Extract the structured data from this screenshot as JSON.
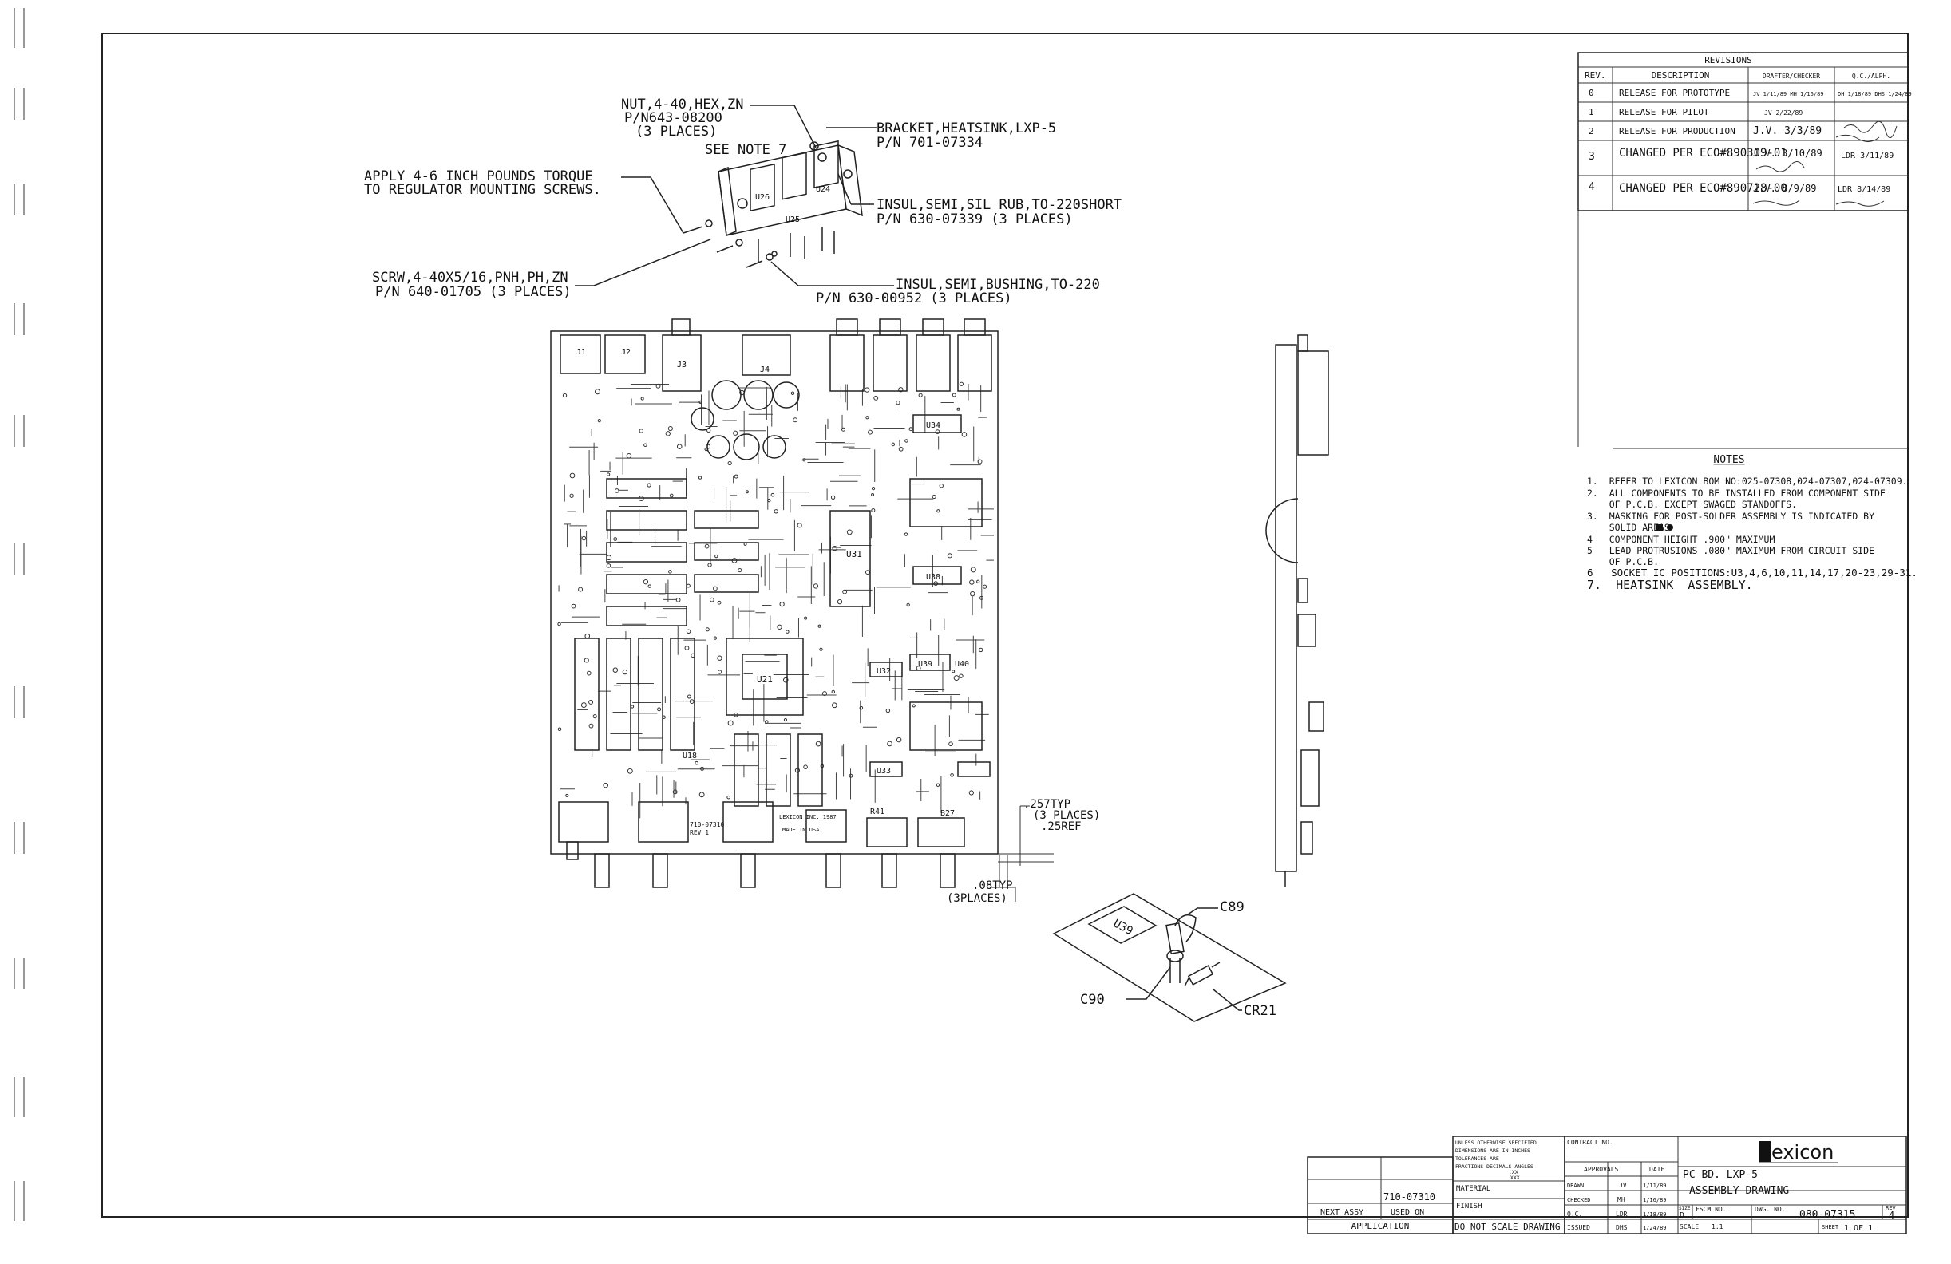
{
  "revisions": {
    "title": "REVISIONS",
    "headers": [
      "REV.",
      "DESCRIPTION",
      "DRAFTER/CHECKER",
      "Q.C./ALPH."
    ],
    "rows": [
      {
        "rev": "0",
        "desc": "RELEASE FOR PROTOTYPE",
        "drafter": "JV 1/11/89 MH 1/16/89",
        "qc": "DH 1/18/89 DHS 1/24/89"
      },
      {
        "rev": "1",
        "desc": "RELEASE FOR PILOT",
        "drafter": "JV 2/22/89",
        "qc": ""
      },
      {
        "rev": "2",
        "desc": "RELEASE FOR PRODUCTION",
        "drafter": "J.V. 3/3/89",
        "qc": ""
      },
      {
        "rev": "3",
        "desc": "CHANGED PER ECO#890309-01",
        "drafter": "J.V. 3/10/89",
        "qc": "LDR 3/11/89"
      },
      {
        "rev": "4",
        "desc": "CHANGED PER ECO#890728-00",
        "drafter": "J.V. 8/9/89",
        "qc": "LDR 8/14/89"
      }
    ]
  },
  "notes": {
    "title": "NOTES",
    "items": [
      "1.  REFER TO LEXICON BOM NO:025-07308,024-07307,024-07309.",
      "2.  ALL COMPONENTS TO BE INSTALLED FROM COMPONENT SIDE",
      "    OF P.C.B. EXCEPT SWAGED STANDOFFS.",
      "3.  MASKING FOR POST-SOLDER ASSEMBLY IS INDICATED BY",
      "    SOLID AREAS",
      "4   COMPONENT HEIGHT .900\" MAXIMUM",
      "5   LEAD PROTRUSIONS .080\" MAXIMUM FROM CIRCUIT SIDE",
      "    OF P.C.B.",
      "6   SOCKET IC POSITIONS:U3,4,6,10,11,14,17,20-23,29-31.",
      "7.  HEATSINK  ASSEMBLY."
    ]
  },
  "callouts": {
    "nut": [
      "NUT,4-40,HEX,ZN",
      "P/N643-08200",
      "(3 PLACES)"
    ],
    "see_note": "SEE NOTE 7",
    "bracket": [
      "BRACKET,HEATSINK,LXP-5",
      "P/N 701-07334"
    ],
    "torque": [
      "APPLY 4-6 INCH POUNDS TORQUE",
      "TO REGULATOR MOUNTING SCREWS."
    ],
    "insul_sil": [
      "INSUL,SEMI,SIL RUB,TO-220SHORT",
      "P/N 630-07339 (3 PLACES)"
    ],
    "screw": [
      "SCRW,4-40X5/16,PNH,PH,ZN",
      "P/N 640-01705 (3 PLACES)"
    ],
    "bushing": [
      "INSUL,SEMI,BUSHING,TO-220",
      "P/N 630-00952 (3 PLACES)"
    ],
    "dim_257": [
      ".257TYP",
      "(3 PLACES)",
      ".25REF"
    ],
    "dim_08": [
      ".08TYP",
      "(3PLACES)"
    ],
    "c89": "C89",
    "c90": "C90",
    "cr21": "CR21",
    "u39": "U39"
  },
  "board_labels": [
    "J1",
    "J2",
    "J3",
    "J4",
    "U31",
    "U21",
    "U34",
    "U38",
    "U39",
    "U40",
    "U32",
    "U33",
    "U18",
    "R41",
    "B27",
    "U26",
    "U24",
    "U25"
  ],
  "board_text": [
    "710-07310",
    "REV 1",
    "LEXICON INC. 1987",
    "MADE IN USA"
  ],
  "title_block": {
    "tolerances": [
      "UNLESS OTHERWISE SPECIFIED",
      "DIMENSIONS ARE IN INCHES",
      "TOLERANCES ARE",
      "FRACTIONS  DECIMALS  ANGLES",
      ".XX",
      ".XXX"
    ],
    "contract": "CONTRACT NO.",
    "company": "exicon",
    "material": "MATERIAL",
    "finish": "FINISH",
    "do_not_scale": "DO NOT SCALE DRAWING",
    "approvals": "APPROVALS",
    "date": "DATE",
    "rows": [
      {
        "role": "DRAWN",
        "who": "JV",
        "date": "1/11/89"
      },
      {
        "role": "CHECKED",
        "who": "MH",
        "date": "1/16/89"
      },
      {
        "role": "Q.C.",
        "who": "LDR",
        "date": "1/18/89"
      },
      {
        "role": "ISSUED",
        "who": "DHS",
        "date": "1/24/89"
      }
    ],
    "title1": "PC BD. LXP-5",
    "title2": "ASSEMBLY DRAWING",
    "size_label": "SIZE",
    "size": "D",
    "fscm": "FSCM NO.",
    "dwg_no_label": "DWG. NO.",
    "dwg_no": "080-07315",
    "rev_label": "REV",
    "rev": "4",
    "scale_label": "SCALE",
    "scale": "1:1",
    "sheet_label": "SHEET",
    "sheet": "1  OF  1",
    "next_assy": "NEXT ASSY",
    "used_on": "USED ON",
    "part_no": "710-07310",
    "application": "APPLICATION"
  }
}
